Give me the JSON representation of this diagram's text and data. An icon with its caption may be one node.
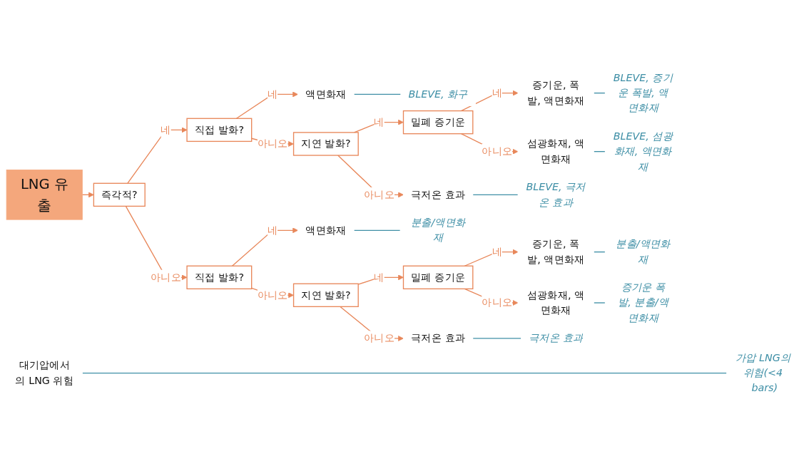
{
  "diagram": {
    "nodes": [
      {
        "text": [
          "LNG 유출"
        ]
      },
      {
        "text": [
          "대기압에서의 LNG 위험"
        ]
      },
      {
        "text": [
          "가압 LNG의 위험(<4 bars)"
        ]
      },
      {
        "text": [
          "즉각적?"
        ]
      },
      {
        "text": [
          "직접 발화?"
        ]
      },
      {
        "text": [
          "액면화재"
        ]
      },
      {
        "text": [
          "BLEVE, 화구"
        ]
      },
      {
        "text": [
          "지연 발화?"
        ]
      },
      {
        "text": [
          "밀폐 증기운"
        ]
      },
      {
        "text": [
          "증기운, 폭발, 액면화재"
        ]
      },
      {
        "text": [
          "BLEVE, 증기운 폭발, 액면화재"
        ]
      },
      {
        "text": [
          "섬광화재, 액면화재"
        ]
      },
      {
        "text": [
          "BLEVE, 섬광화재, 액면화재"
        ]
      },
      {
        "text": [
          "극저온 효과"
        ]
      },
      {
        "text": [
          "BLEVE, 극저온 효과"
        ]
      },
      {
        "text": [
          "직접 발화?"
        ]
      },
      {
        "text": [
          "액면화재"
        ]
      },
      {
        "text": [
          "분출/액면화재"
        ]
      },
      {
        "text": [
          "지연 발화?"
        ]
      },
      {
        "text": [
          "밀폐 증기운"
        ]
      },
      {
        "text": [
          "증기운, 폭발, 액면화재"
        ]
      },
      {
        "text": [
          "분출/액면화재"
        ]
      },
      {
        "text": [
          "섬광화재, 액면화재"
        ]
      },
      {
        "text": [
          "증기운 폭발, 분출/액면화재"
        ]
      },
      {
        "text": [
          "극저온 효과"
        ]
      },
      {
        "text": [
          "극저온 효과"
        ]
      }
    ],
    "edges": [
      {
        "from": 0,
        "to": 3,
        "arrow": "to"
      },
      {
        "from": 3,
        "to": 4,
        "arrow": "to",
        "label": "네"
      },
      {
        "from": 3,
        "to": 15,
        "arrow": "to",
        "label": "아니오"
      },
      {
        "from": 4,
        "to": 5,
        "arrow": "to",
        "label": "네"
      },
      {
        "from": 4,
        "to": 7,
        "arrow": "to",
        "label": "아니오"
      },
      {
        "from": 7,
        "to": 8,
        "arrow": "to",
        "label": "네"
      },
      {
        "from": 7,
        "to": 13,
        "arrow": "to",
        "label": "아니오"
      },
      {
        "from": 8,
        "to": 9,
        "arrow": "to",
        "label": "네"
      },
      {
        "from": 8,
        "to": 11,
        "arrow": "to",
        "label": "아니오"
      },
      {
        "from": 15,
        "to": 16,
        "arrow": "to",
        "label": "네"
      },
      {
        "from": 15,
        "to": 18,
        "arrow": "to",
        "label": "아니오"
      },
      {
        "from": 18,
        "to": 19,
        "arrow": "to",
        "label": "네"
      },
      {
        "from": 18,
        "to": 24,
        "arrow": "to",
        "label": "아니오"
      },
      {
        "from": 19,
        "to": 20,
        "arrow": "to",
        "label": "네"
      },
      {
        "from": 19,
        "to": 22,
        "arrow": "to",
        "label": "아니오"
      },
      {
        "from": 1,
        "to": 2,
        "arrow": "none",
        "color": "#3f8fa6"
      },
      {
        "from": 5,
        "to": 6,
        "arrow": "none",
        "color": "#3f8fa6"
      },
      {
        "from": 9,
        "to": 10,
        "arrow": "none",
        "color": "#3f8fa6"
      },
      {
        "from": 11,
        "to": 12,
        "arrow": "none",
        "color": "#3f8fa6"
      },
      {
        "from": 13,
        "to": 14,
        "arrow": "none",
        "color": "#3f8fa6"
      },
      {
        "from": 16,
        "to": 17,
        "arrow": "none",
        "color": "#3f8fa6"
      },
      {
        "from": 20,
        "to": 21,
        "arrow": "none",
        "color": "#3f8fa6"
      },
      {
        "from": 22,
        "to": 23,
        "arrow": "none",
        "color": "#3f8fa6"
      },
      {
        "from": 24,
        "to": 25,
        "arrow": "none",
        "color": "#3f8fa6"
      }
    ]
  }
}
